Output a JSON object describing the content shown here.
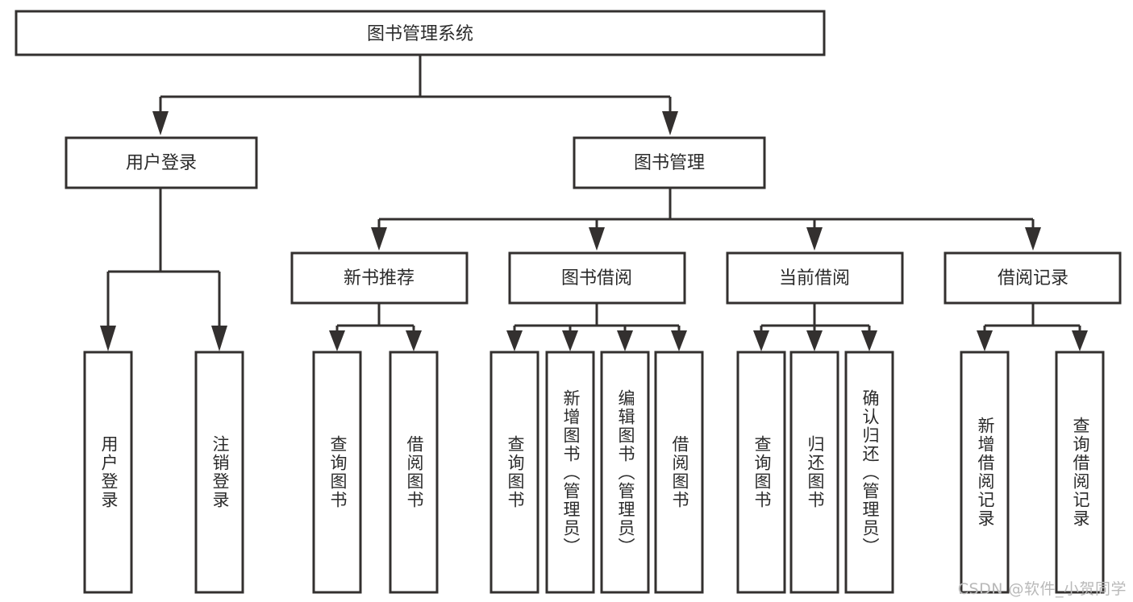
{
  "diagram": {
    "title": "图书管理系统",
    "type": "tree-hierarchy",
    "root": {
      "label": "图书管理系统"
    },
    "level2": [
      {
        "label": "用户登录"
      },
      {
        "label": "图书管理"
      }
    ],
    "level3": [
      {
        "label": "新书推荐",
        "parent": "图书管理"
      },
      {
        "label": "图书借阅",
        "parent": "图书管理"
      },
      {
        "label": "当前借阅",
        "parent": "图书管理"
      },
      {
        "label": "借阅记录",
        "parent": "图书管理"
      }
    ],
    "leaves": {
      "user_login": [
        {
          "label": "用户登录"
        },
        {
          "label": "注销登录"
        }
      ],
      "new_book_recommend": [
        {
          "label": "查询图书"
        },
        {
          "label": "借阅图书"
        }
      ],
      "book_borrow": [
        {
          "label": "查询图书"
        },
        {
          "label": "新增图书（管理员）"
        },
        {
          "label": "编辑图书（管理员）"
        },
        {
          "label": "借阅图书"
        }
      ],
      "current_borrow": [
        {
          "label": "查询图书"
        },
        {
          "label": "归还图书"
        },
        {
          "label": "确认归还（管理员）"
        }
      ],
      "borrow_record": [
        {
          "label": "新增借阅记录"
        },
        {
          "label": "查询借阅记录"
        }
      ]
    }
  },
  "watermark": {
    "text": "CSDN @软件_小贺同学"
  },
  "colors": {
    "stroke": "#33302f",
    "text": "#2b2b2b",
    "background": "#ffffff",
    "watermark": "#b9b9b9"
  }
}
